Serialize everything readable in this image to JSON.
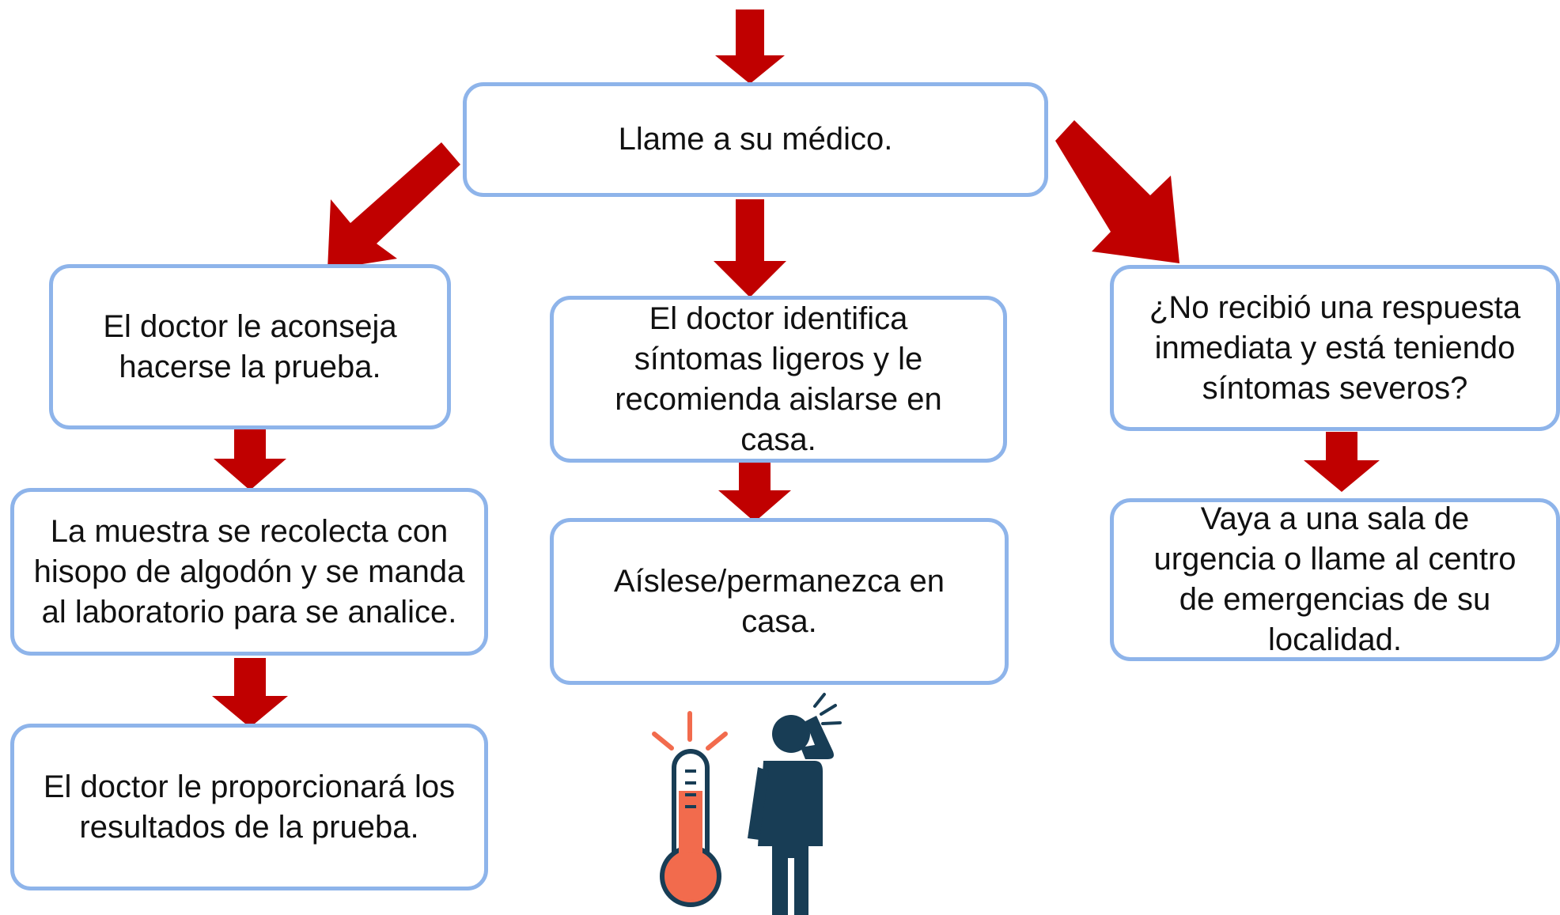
{
  "colors": {
    "arrow": "#c00000",
    "box_border": "#8eb4ea",
    "text": "#111111",
    "thermometer": "#f26b4d",
    "person": "#183d55"
  },
  "icons": {
    "thermometer": "thermometer-icon",
    "person": "person-with-headache-icon"
  },
  "nodes": {
    "call_doctor": "Llame a su médico.",
    "advise_test": "El doctor le aconseja hacerse la prueba.",
    "mild_symptoms": "El doctor identifica síntomas ligeros y le recomienda aislarse en casa.",
    "no_response": "¿No recibió una respuesta inmediata y está teniendo síntomas severos?",
    "sample_collected": "La muestra se recolecta con hisopo de algodón y se manda al laboratorio para se analice.",
    "isolate": "Aíslese/permanezca en casa.",
    "emergency": "Vaya a una sala de urgencia o llame al centro de emergencias de su localidad.",
    "results": "El doctor le proporcionará los resultados de la prueba."
  }
}
